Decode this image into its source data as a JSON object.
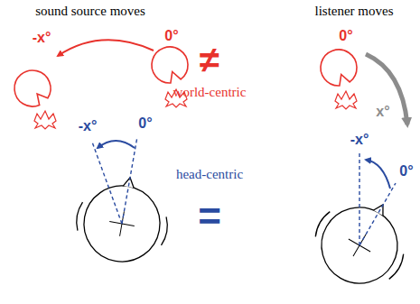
{
  "diagram": {
    "labels": [
      "sound source moves",
      "listener moves",
      "0°",
      "-x°",
      "≠",
      "world-centric",
      "0°",
      "x°",
      "-x°",
      "0°",
      "head-centric",
      "=",
      "-x°",
      "0°"
    ]
  }
}
